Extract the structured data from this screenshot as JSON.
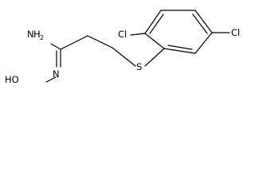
{
  "molecule": {
    "atoms": {
      "amine_n": "N",
      "amine_h": "H",
      "amine_h_count": "2",
      "hydroxyl": "HO",
      "imine_n": "N",
      "sulfur": "S",
      "chlorine_ortho": "Cl",
      "chlorine_meta": "Cl"
    }
  }
}
